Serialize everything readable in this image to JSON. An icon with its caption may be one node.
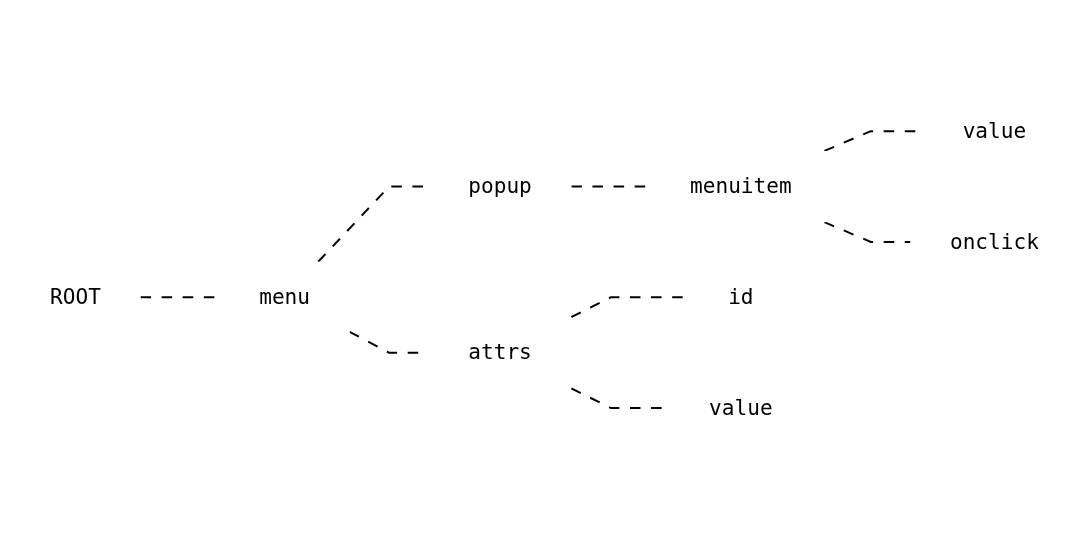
{
  "diagram": {
    "nodes": [
      {
        "text": [
          "ROOT"
        ]
      },
      {
        "text": [
          "menu"
        ]
      },
      {
        "text": [
          "popup"
        ]
      },
      {
        "text": [
          "menuitem"
        ]
      },
      {
        "text": [
          "value"
        ]
      },
      {
        "text": [
          "onclick"
        ]
      },
      {
        "text": [
          "attrs"
        ]
      },
      {
        "text": [
          "id"
        ]
      },
      {
        "text": [
          "value"
        ]
      }
    ],
    "edges": [
      {
        "from": 0,
        "to": 1,
        "arrow": "none",
        "style": "dashed"
      },
      {
        "from": 1,
        "to": 2,
        "arrow": "none",
        "style": "dashed"
      },
      {
        "from": 2,
        "to": 3,
        "arrow": "none",
        "style": "dashed"
      },
      {
        "from": 3,
        "to": 4,
        "arrow": "none",
        "style": "dashed"
      },
      {
        "from": 3,
        "to": 5,
        "arrow": "none",
        "style": "dashed"
      },
      {
        "from": 1,
        "to": 6,
        "arrow": "none",
        "style": "dashed"
      },
      {
        "from": 6,
        "to": 7,
        "arrow": "none",
        "style": "dashed"
      },
      {
        "from": 6,
        "to": 8,
        "arrow": "none",
        "style": "dashed"
      }
    ]
  }
}
